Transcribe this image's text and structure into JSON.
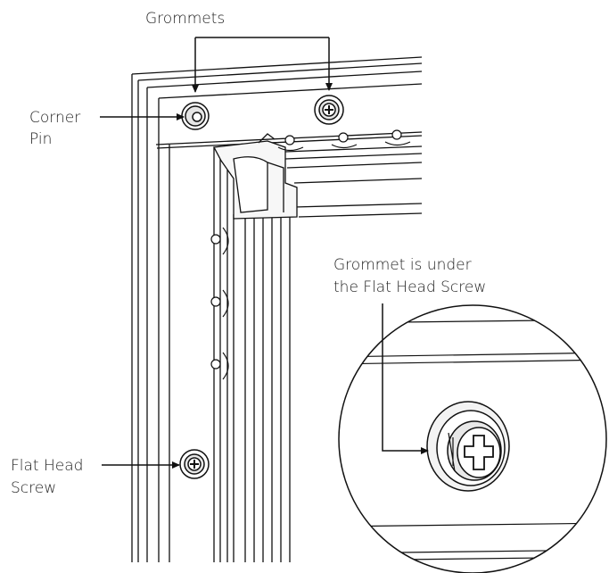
{
  "labels": {
    "grommets": "Grommets",
    "corner_pin": [
      "Corner",
      "Pin"
    ],
    "grommet_under": [
      "Grommet is under",
      "the Flat Head Screw"
    ],
    "flat_head_screw": [
      "Flat Head",
      "Screw"
    ]
  },
  "colors": {
    "line": "#111111",
    "background": "#ffffff",
    "fill_light": "#f2f2f2",
    "fill_mid": "#d9d9d9"
  }
}
